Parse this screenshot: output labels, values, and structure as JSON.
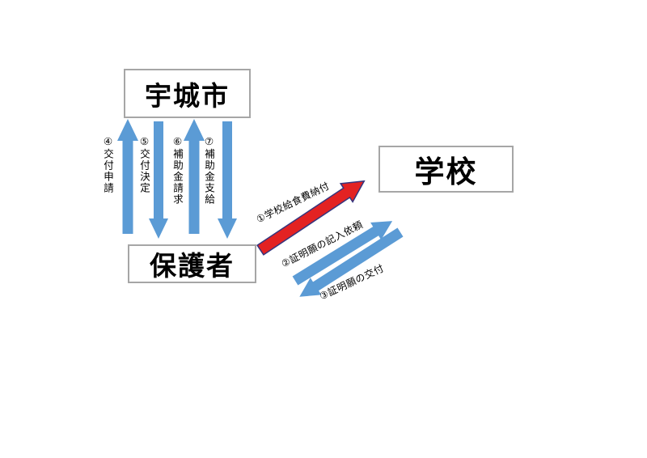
{
  "diagram": {
    "nodes": {
      "city": {
        "label": "宇城市"
      },
      "guardian": {
        "label": "保護者"
      },
      "school": {
        "label": "学校"
      }
    },
    "vertical_flows": [
      {
        "label": "④交付申請",
        "direction": "up",
        "from": "保護者",
        "to": "宇城市"
      },
      {
        "label": "⑤交付決定",
        "direction": "down",
        "from": "宇城市",
        "to": "保護者"
      },
      {
        "label": "⑥補助金請求",
        "direction": "up",
        "from": "保護者",
        "to": "宇城市"
      },
      {
        "label": "⑦補助金支給",
        "direction": "down",
        "from": "宇城市",
        "to": "保護者"
      }
    ],
    "diagonal_flows": [
      {
        "label": "①学校給食費納付",
        "direction": "to-school",
        "from": "保護者",
        "to": "学校"
      },
      {
        "label": "②証明願の記入依頼",
        "direction": "to-school",
        "from": "保護者",
        "to": "学校"
      },
      {
        "label": "③証明願の交付",
        "direction": "to-guardian",
        "from": "学校",
        "to": "保護者"
      }
    ],
    "colors": {
      "arrow_blue": "#5b9bd5",
      "arrow_red": "#e32222",
      "arrow_red_outline": "#35357e",
      "box_border": "#a6a6a6",
      "text": "#000000"
    }
  }
}
